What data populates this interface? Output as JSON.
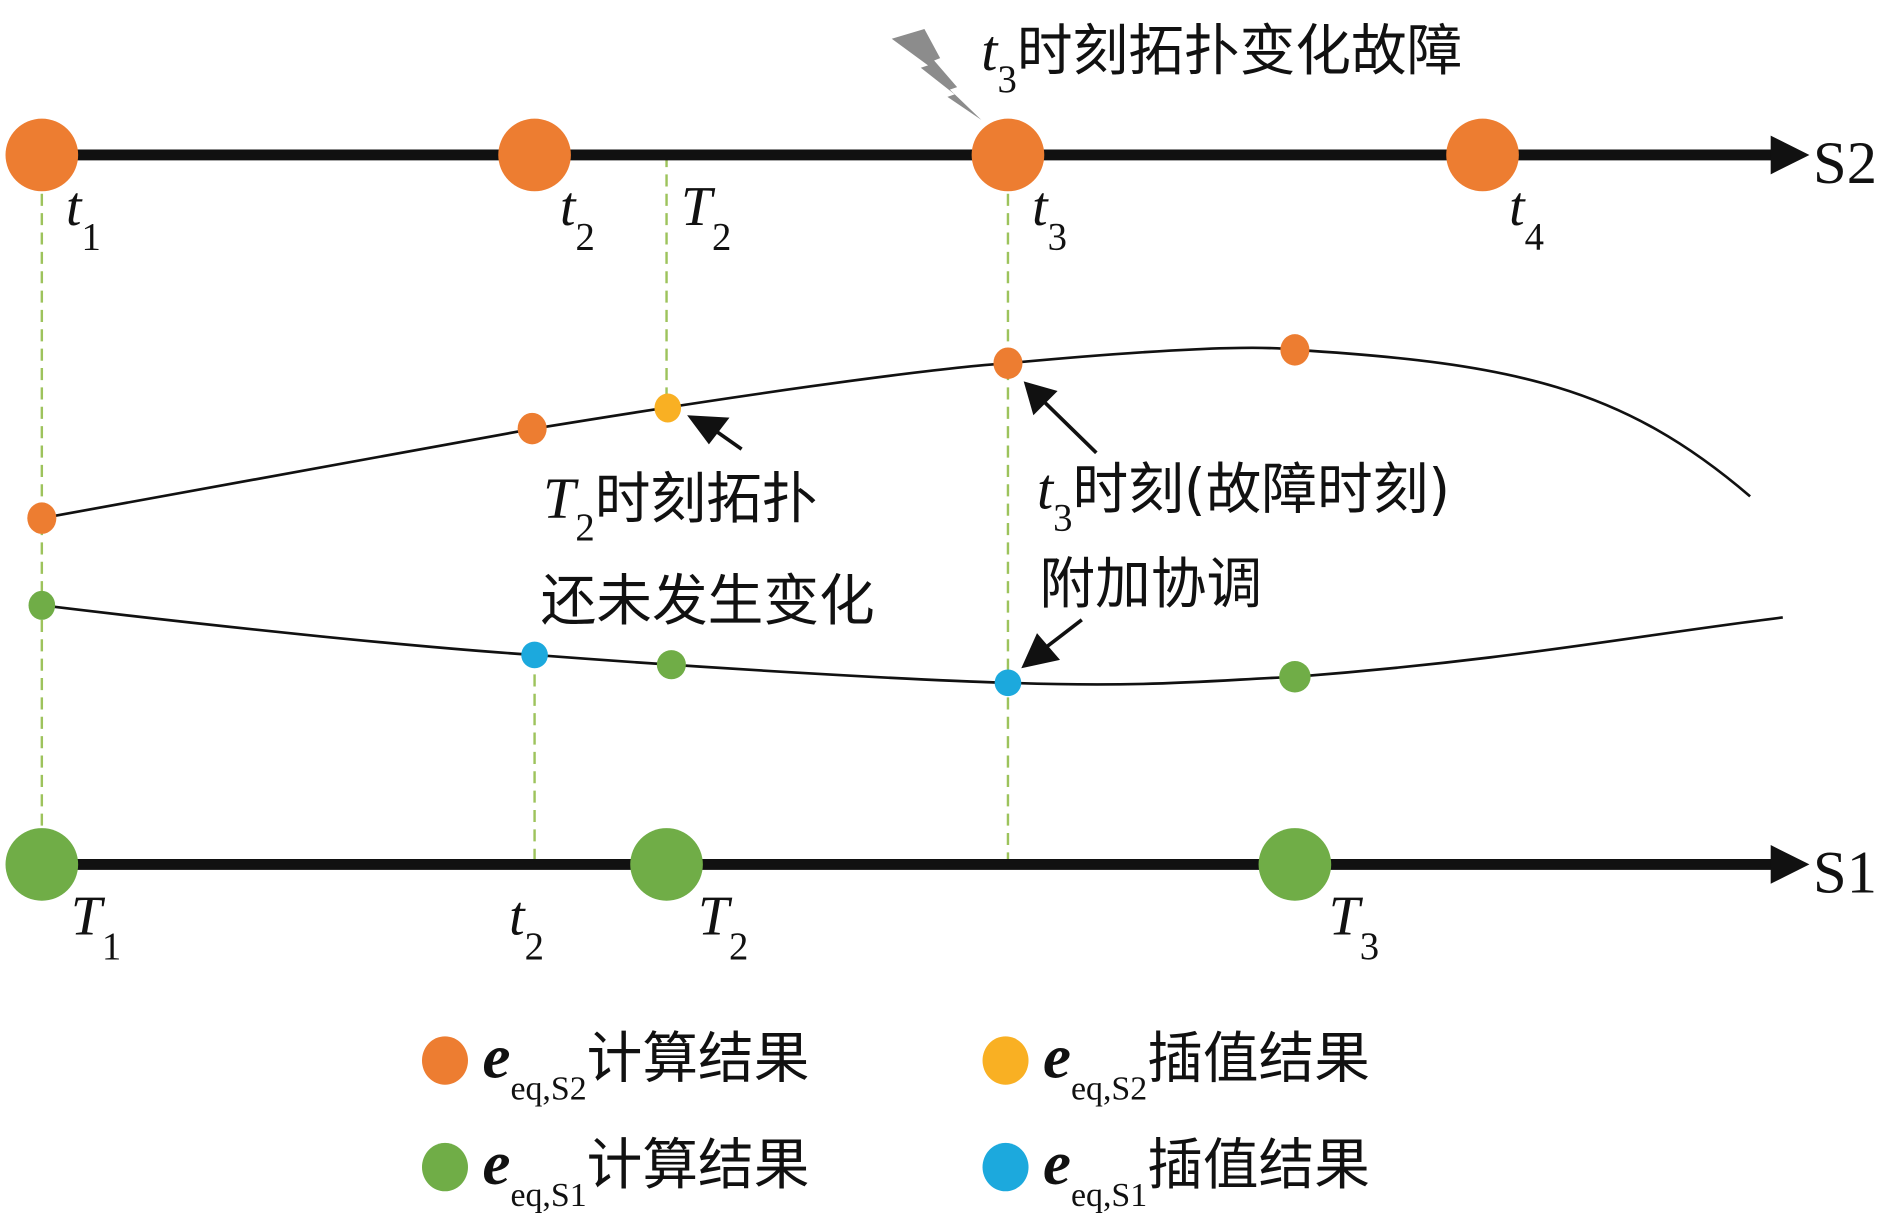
{
  "colors": {
    "s2_calc": "#ED7D31",
    "s2_interp": "#F9B023",
    "s1_calc": "#70AD47",
    "s1_interp": "#1CA9DD",
    "axis": "#111111",
    "guide": "#9DC35C",
    "bolt": "#8C8C8C"
  },
  "axes": {
    "s2": {
      "name": "S2"
    },
    "s1": {
      "name": "S1"
    }
  },
  "s2_ticks": [
    {
      "main": "t",
      "sub": "1"
    },
    {
      "main": "t",
      "sub": "2"
    },
    {
      "main": "T",
      "sub": "2"
    },
    {
      "main": "t",
      "sub": "3"
    },
    {
      "main": "t",
      "sub": "4"
    }
  ],
  "s1_ticks": [
    {
      "main": "T",
      "sub": "1"
    },
    {
      "main": "t",
      "sub": "2"
    },
    {
      "main": "T",
      "sub": "2"
    },
    {
      "main": "T",
      "sub": "3"
    }
  ],
  "fault": {
    "main": "t",
    "sub": "3",
    "text": "时刻拓扑变化故障"
  },
  "annotations": {
    "a1": {
      "main": "T",
      "sub": "2",
      "line1": "时刻拓扑",
      "line2": "还未发生变化"
    },
    "a2": {
      "main": "t",
      "sub": "3",
      "line1": "时刻(故障时刻)",
      "line2": "附加协调"
    }
  },
  "legend": [
    {
      "symbol": "e",
      "sub": "eq,S2",
      "text": "计算结果",
      "color_key": "s2_calc"
    },
    {
      "symbol": "e",
      "sub": "eq,S2",
      "text": "插值结果",
      "color_key": "s2_interp"
    },
    {
      "symbol": "e",
      "sub": "eq,S1",
      "text": "计算结果",
      "color_key": "s1_calc"
    },
    {
      "symbol": "e",
      "sub": "eq,S1",
      "text": "插值结果",
      "color_key": "s1_interp"
    }
  ]
}
